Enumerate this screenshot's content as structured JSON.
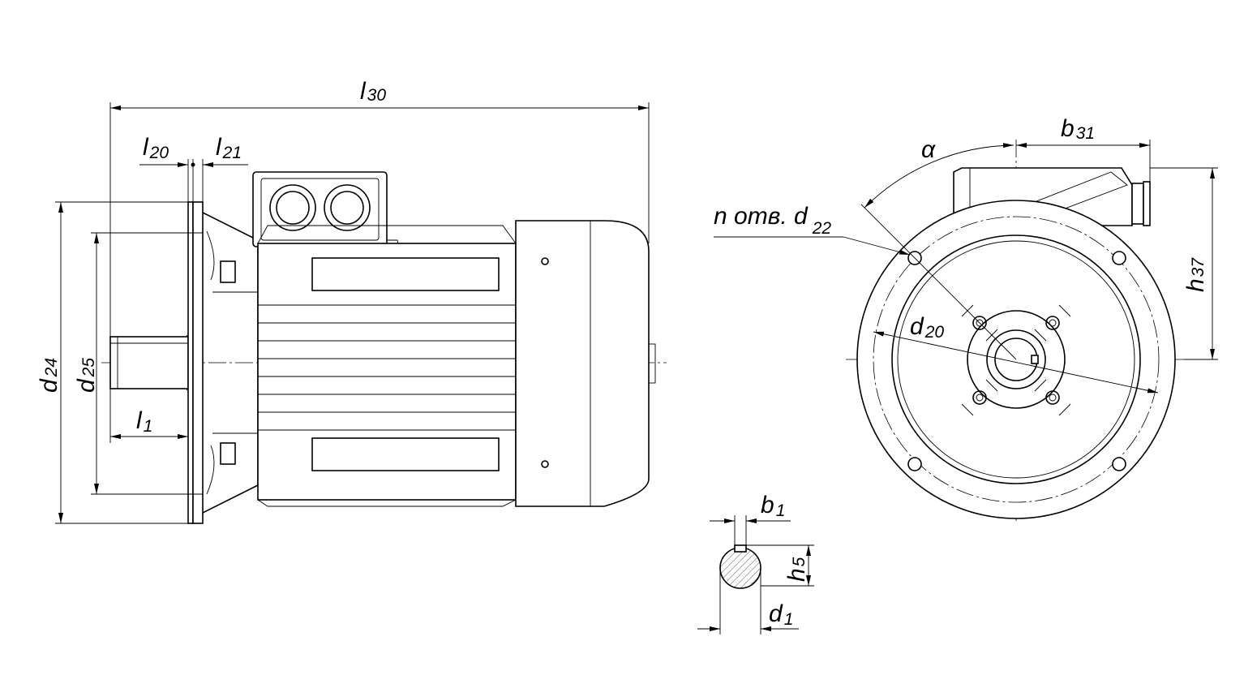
{
  "labels": {
    "l30": {
      "main": "l",
      "sub": "30"
    },
    "l20": {
      "main": "l",
      "sub": "20"
    },
    "l21": {
      "main": "l",
      "sub": "21"
    },
    "l1": {
      "main": "l",
      "sub": "1"
    },
    "d24": {
      "main": "d",
      "sub": "24"
    },
    "d25": {
      "main": "d",
      "sub": "25"
    },
    "alpha": {
      "main": "α"
    },
    "b31": {
      "main": "b",
      "sub": "31"
    },
    "n_holes": {
      "main": "n отв. d",
      "sub": "22"
    },
    "d20": {
      "main": "d",
      "sub": "20"
    },
    "h37": {
      "main": "h",
      "sub": "37"
    },
    "b1": {
      "main": "b",
      "sub": "1"
    },
    "h5": {
      "main": "h",
      "sub": "5"
    },
    "d1": {
      "main": "d",
      "sub": "1"
    }
  }
}
